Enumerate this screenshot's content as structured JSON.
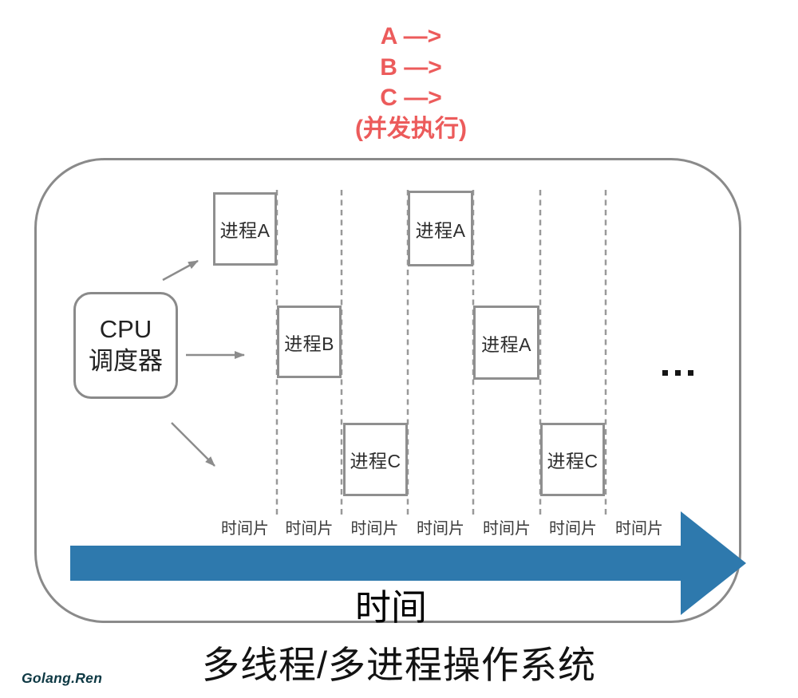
{
  "colors": {
    "red": "#ec5b5b",
    "blue": "#2e79ad",
    "gray_border": "#8a8a8a",
    "watermark_color": "#0e3944"
  },
  "header": {
    "lines": [
      "A —>",
      "B —>",
      "C —>",
      "(并发执行)"
    ]
  },
  "scheduler": {
    "label_line1": "CPU",
    "label_line2": "调度器"
  },
  "timeline": {
    "slices": [
      {
        "label": "时间片",
        "process": "进程A",
        "row": 1
      },
      {
        "label": "时间片",
        "process": "进程B",
        "row": 2
      },
      {
        "label": "时间片",
        "process": "进程C",
        "row": 3
      },
      {
        "label": "时间片",
        "process": "进程A",
        "row": 1
      },
      {
        "label": "时间片",
        "process": "进程A",
        "row": 2
      },
      {
        "label": "时间片",
        "process": "进程C",
        "row": 3
      },
      {
        "label": "时间片",
        "process": null
      }
    ],
    "axis_label": "时间"
  },
  "caption": "多线程/多进程操作系统",
  "watermark": "Golang.Ren"
}
